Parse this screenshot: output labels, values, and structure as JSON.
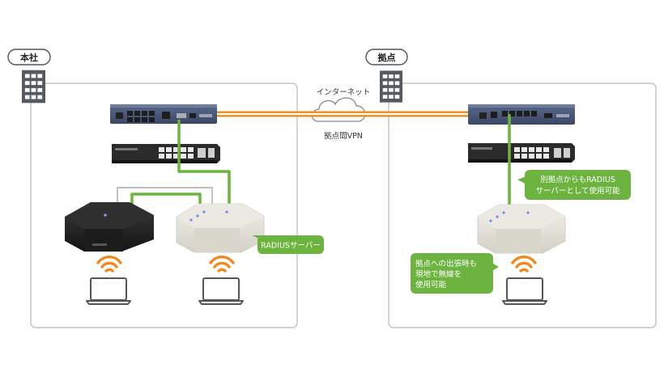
{
  "sites": {
    "hq": {
      "label": "本社"
    },
    "branch": {
      "label": "拠点"
    }
  },
  "network": {
    "internet_label": "インターネット",
    "vpn_label": "拠点間VPN"
  },
  "callouts": {
    "radius_server": "RADIUSサーバー",
    "branch_radius": [
      "別拠点からもRADIUS",
      "サーバーとして使用可能"
    ],
    "travel_wireless": [
      "拠点への出張時も",
      "現地で無線を",
      "使用可能"
    ]
  },
  "colors": {
    "green": "#6cb33f",
    "orange": "#f08a1c",
    "border": "#b5b5b5",
    "router_blue": "#4c5a78",
    "switch_dark": "#2b2b2b",
    "ap_dark": "#262626",
    "ap_light": "#e2e0d8",
    "wifi_orange": "#ef8a1e"
  },
  "icons": [
    "building-icon",
    "cloud-icon",
    "router-icon",
    "switch-icon",
    "access-point-icon",
    "wifi-signal-icon",
    "laptop-icon"
  ]
}
